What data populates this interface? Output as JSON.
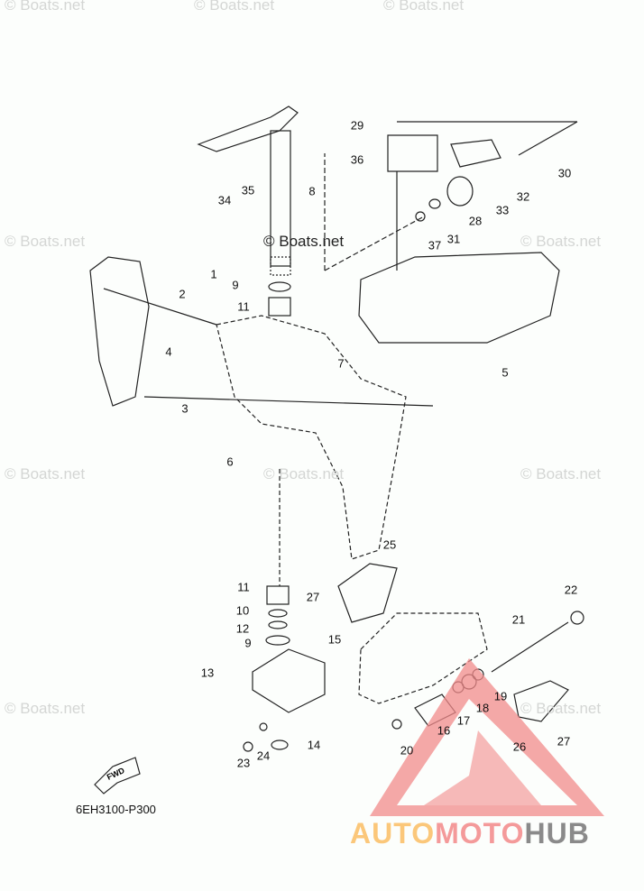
{
  "watermark": "© Boats.net",
  "diagram_code": "6EH3100-P300",
  "fwd_label": "FWD",
  "brand": {
    "part1": "AUTO",
    "part2": "MOTO",
    "part3": "HUB",
    "colors": {
      "auto": "#fbc77a",
      "moto": "#f49a9a",
      "hub": "#8a8a8a",
      "triangle": "#f28b8b"
    }
  },
  "callouts": [
    "29",
    "36",
    "30",
    "32",
    "33",
    "28",
    "34",
    "35",
    "8",
    "31",
    "37",
    "1",
    "2",
    "9",
    "11",
    "7",
    "5",
    "4",
    "3",
    "6",
    "25",
    "22",
    "27",
    "21",
    "11",
    "10",
    "12",
    "9",
    "15",
    "13",
    "19",
    "18",
    "17",
    "16",
    "20",
    "26",
    "27",
    "14",
    "23",
    "24"
  ]
}
